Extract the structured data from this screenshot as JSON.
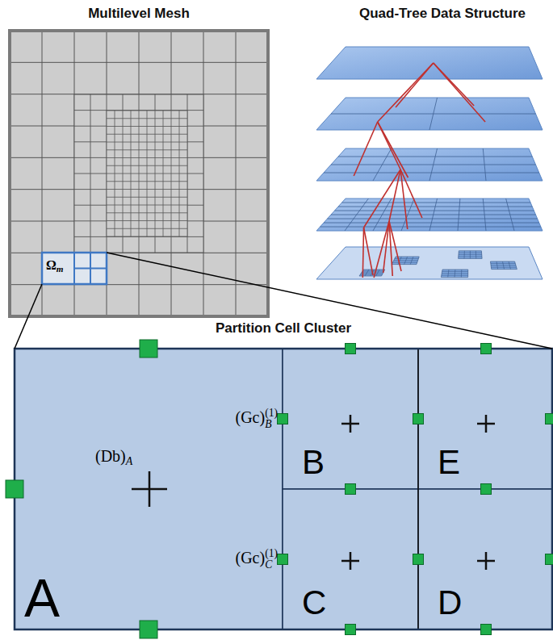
{
  "diagram": {
    "nodes": [
      {
        "text": [
          "Partition Cell Cluster"
        ]
      },
      {
        "text": [
          "(Db)A",
          "A"
        ],
        "in": 0
      },
      {
        "text": [
          "B"
        ],
        "in": 0
      },
      {
        "text": [
          "E"
        ],
        "in": 0
      },
      {
        "text": [
          "C"
        ],
        "in": 0
      },
      {
        "text": [
          "D"
        ],
        "in": 0
      }
    ],
    "labels": [
      "Multilevel Mesh",
      "Quad-Tree Data Structure",
      "Ωm",
      "(Gc)(1)B",
      "(Gc)(1)C"
    ]
  }
}
